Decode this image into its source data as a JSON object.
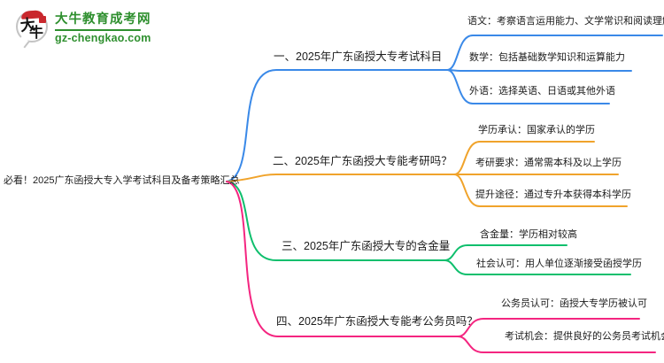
{
  "logo": {
    "badge_char_1": "大",
    "badge_char_2": "牛",
    "site_name": "大牛教育成考网",
    "site_domain": "gz-chengkao.com",
    "brand_color": "#2e8f2e",
    "seal_color": "#c9282d"
  },
  "mindmap": {
    "root_label": "必看！2025广东函授大专入学考试科目及备考策略汇总",
    "branches": [
      {
        "label": "一、2025年广东函授大专考试科目",
        "color": "#3a89e8",
        "children": [
          "语文：考察语言运用能力、文学常识和阅读理解",
          "数学：包括基础数学知识和运算能力",
          "外语：选择英语、日语或其他外语"
        ]
      },
      {
        "label": "二、2025年广东函授大专能考研吗？",
        "color": "#f0a32b",
        "children": [
          "学历承认：国家承认的学历",
          "考研要求：通常需本科及以上学历",
          "提升途径：通过专升本获得本科学历"
        ]
      },
      {
        "label": "三、2025年广东函授大专的含金量",
        "color": "#0fbf6d",
        "children": [
          "含金量：学历相对较高",
          "社会认可：用人单位逐渐接受函授学历"
        ]
      },
      {
        "label": "四、2025年广东函授大专能考公务员吗？",
        "color": "#f42580",
        "children": [
          "公务员认可：函授大专学历被认可",
          "考试机会：提供良好的公务员考试机会"
        ]
      }
    ]
  }
}
